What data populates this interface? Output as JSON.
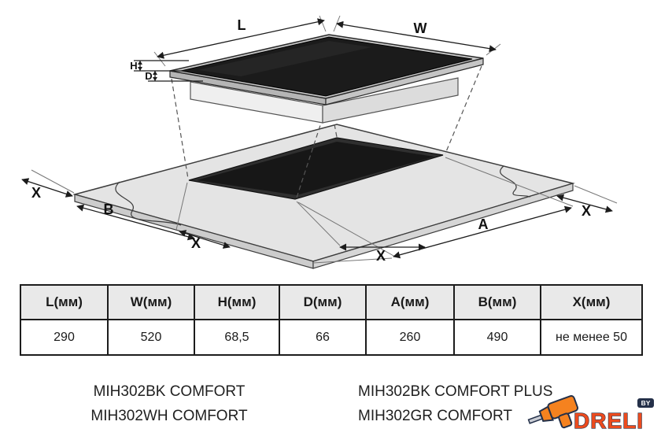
{
  "diagram": {
    "labels": {
      "L": "L",
      "W": "W",
      "H": "H",
      "D": "D",
      "X_left": "X",
      "B": "B",
      "X_bottom_left": "X",
      "X_bottom_center": "X",
      "A": "A",
      "X_right": "X"
    }
  },
  "table": {
    "headers": [
      "L(мм)",
      "W(мм)",
      "H(мм)",
      "D(мм)",
      "A(мм)",
      "B(мм)",
      "X(мм)"
    ],
    "values": [
      "290",
      "520",
      "68,5",
      "66",
      "260",
      "490",
      "не менее 50"
    ]
  },
  "models": {
    "col1": [
      "MIH302BK COMFORT",
      "MIH302WH COMFORT"
    ],
    "col2": [
      "MIH302BK COMFORT PLUS",
      "MIH302GR COMFORT"
    ]
  },
  "logo": {
    "brand": "DRELI",
    "by": "BY"
  },
  "colors": {
    "accent_orange": "#f5821f",
    "logo_outline": "#243049",
    "table_header_bg": "#e9e9e9",
    "glass_black": "#1b1b1b",
    "counter_gray": "#e4e4e4",
    "cutout_dark": "#2f2f2f"
  }
}
